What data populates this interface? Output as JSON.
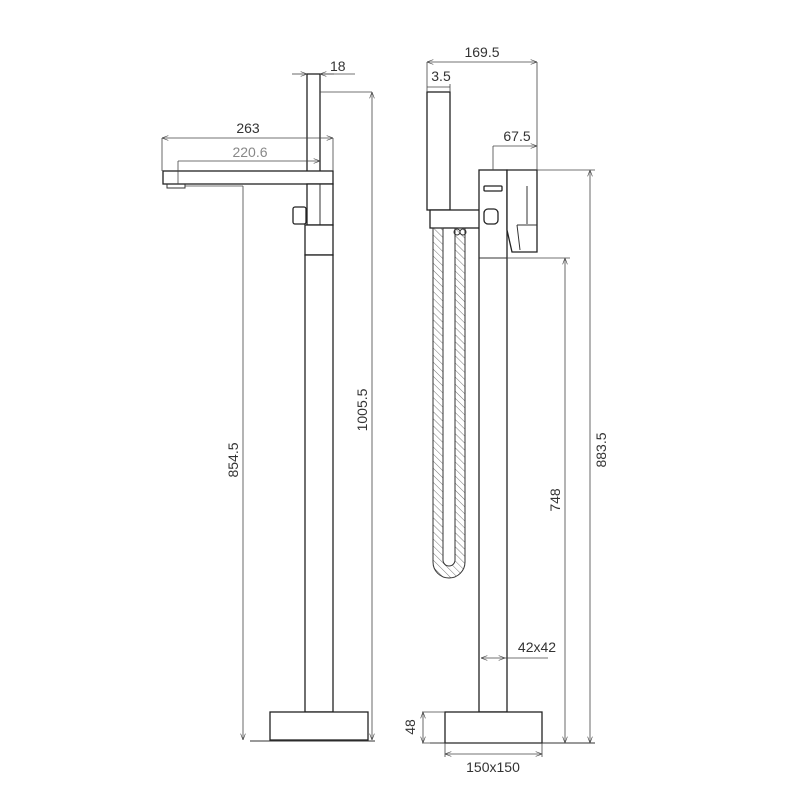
{
  "drawing": {
    "side_view": {
      "dims": {
        "pipe_width": "18",
        "spout_length": "263",
        "spout_reach": "220.6",
        "spout_height": "854.5",
        "overall_height": "1005.5"
      }
    },
    "front_view": {
      "dims": {
        "handshower_offset": "169.5",
        "handshower_gap": "3.5",
        "lever_offset": "67.5",
        "overall_height": "883.5",
        "outlet_height": "748",
        "column_section": "42x42",
        "base_height": "48",
        "base_size": "150x150"
      }
    },
    "line_color": "#333333"
  }
}
